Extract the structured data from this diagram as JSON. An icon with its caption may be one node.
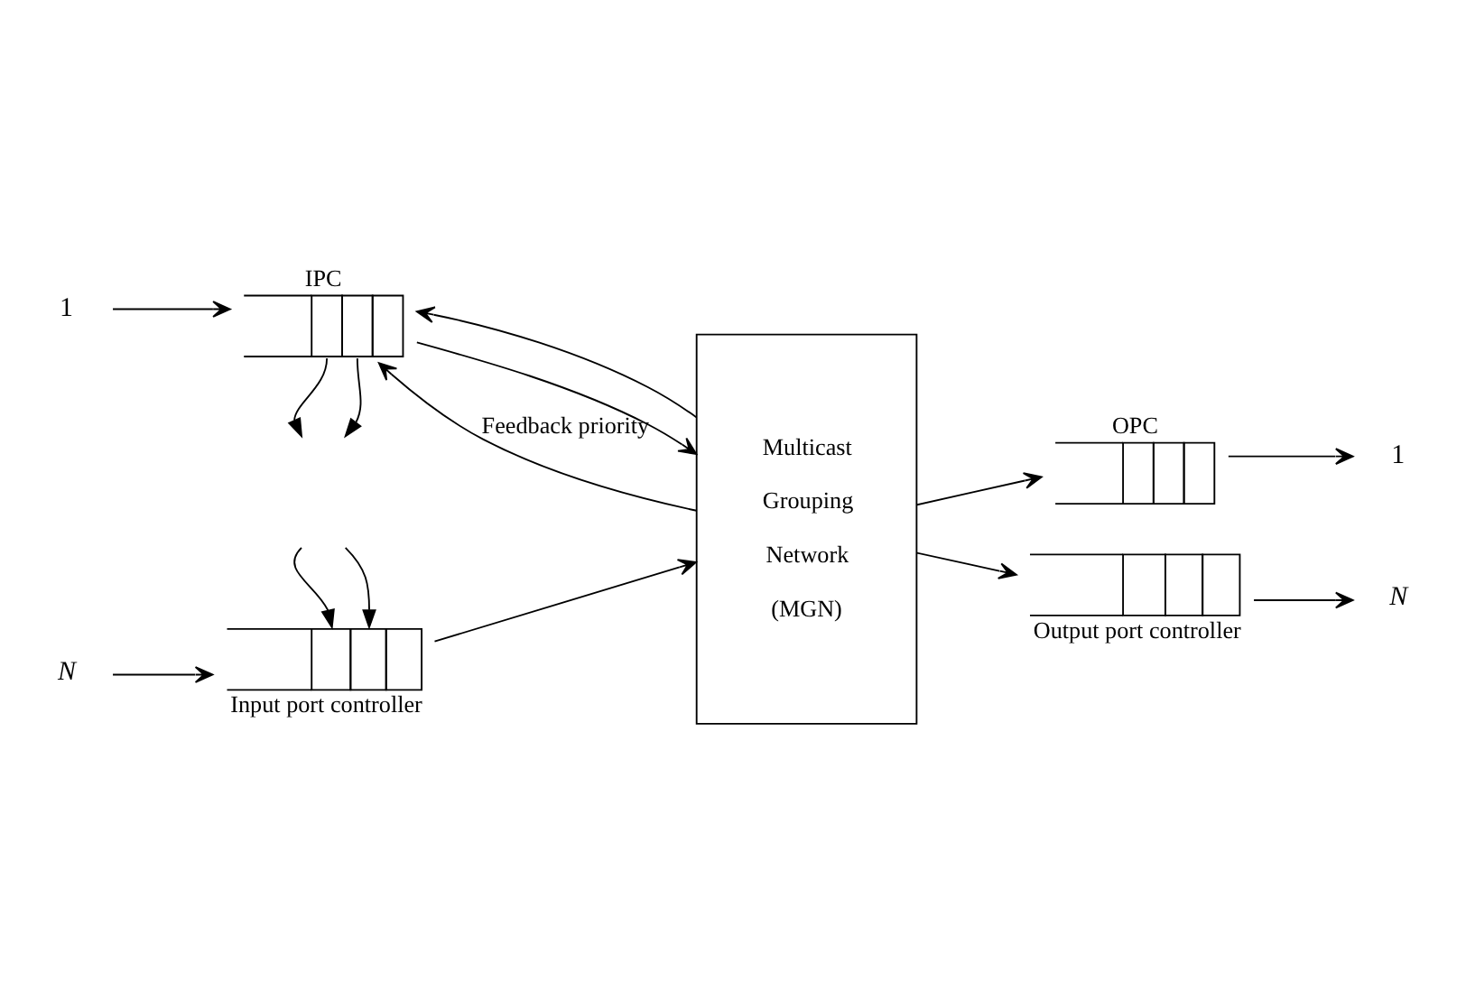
{
  "diagram": {
    "nodes": [
      {
        "text": [
          "1"
        ]
      },
      {
        "text": [
          "IPC"
        ]
      },
      {
        "text": [
          "N"
        ]
      },
      {
        "text": [
          "Input port controller"
        ]
      },
      {
        "text": [
          "Multicast Grouping Network (MGN)"
        ]
      },
      {
        "text": [
          "OPC"
        ]
      },
      {
        "text": [
          "Output port controller"
        ]
      },
      {
        "text": [
          "1"
        ]
      },
      {
        "text": [
          "N"
        ]
      }
    ],
    "edges": [
      {
        "from": 0,
        "to": 1,
        "arrow": "to"
      },
      {
        "from": 2,
        "to": 3,
        "arrow": "to"
      },
      {
        "from": 1,
        "to": 4,
        "arrow": "to"
      },
      {
        "from": 3,
        "to": 4,
        "arrow": "to"
      },
      {
        "from": 4,
        "to": 5,
        "arrow": "to"
      },
      {
        "from": 4,
        "to": 6,
        "arrow": "to"
      },
      {
        "from": 5,
        "to": 7,
        "arrow": "to"
      },
      {
        "from": 6,
        "to": 8,
        "arrow": "to"
      },
      {
        "from": 4,
        "to": 1,
        "arrow": "to",
        "label": "Feedback priority"
      },
      {
        "from": 4,
        "to": 1,
        "arrow": "to"
      },
      {
        "from": 1,
        "to": null,
        "arrow": "to"
      },
      {
        "from": 1,
        "to": null,
        "arrow": "to"
      },
      {
        "from": null,
        "to": 3,
        "arrow": "to"
      },
      {
        "from": null,
        "to": 3,
        "arrow": "to"
      }
    ]
  }
}
